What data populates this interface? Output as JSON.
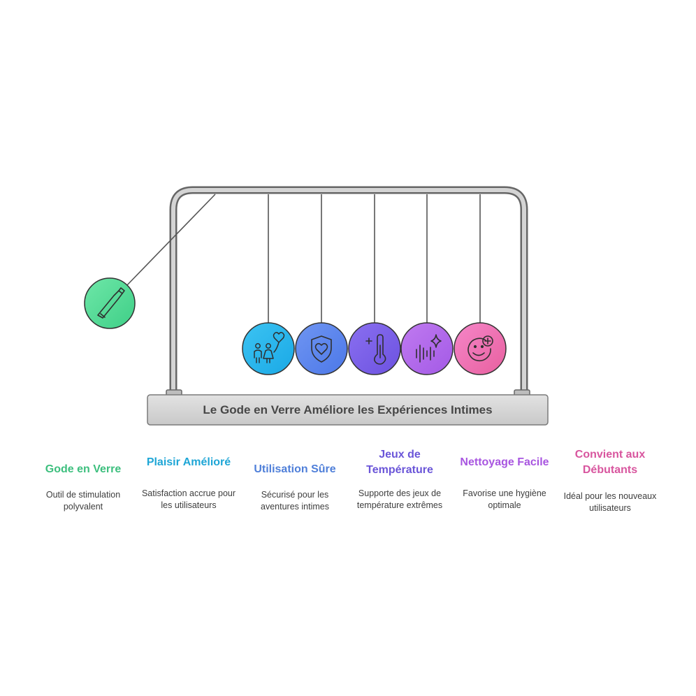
{
  "diagram": {
    "base_title": "Le Gode en Verre Améliore les Expériences Intimes",
    "items": [
      {
        "title": "Gode en Verre",
        "desc": "Outil de stimulation polyvalent",
        "color": "#3dbf7e",
        "icon": "bottle-icon"
      },
      {
        "title": "Plaisir Amélioré",
        "desc": "Satisfaction accrue pour les utilisateurs",
        "color": "#1fa6d6",
        "icon": "couple-heart-icon"
      },
      {
        "title": "Utilisation Sûre",
        "desc": "Sécurisé pour les aventures intimes",
        "color": "#4f7fd9",
        "icon": "shield-heart-icon"
      },
      {
        "title": "Jeux de Température",
        "desc": "Supporte des jeux de température extrêmes",
        "color": "#6a55d8",
        "icon": "thermometer-icon"
      },
      {
        "title": "Nettoyage Facile",
        "desc": "Favorise une hygiène optimale",
        "color": "#a855e0",
        "icon": "sparkle-wave-icon"
      },
      {
        "title": "Convient aux Débutants",
        "desc": "Idéal pour les nouveaux utilisateurs",
        "color": "#d8559e",
        "icon": "smile-plus-icon"
      }
    ]
  }
}
